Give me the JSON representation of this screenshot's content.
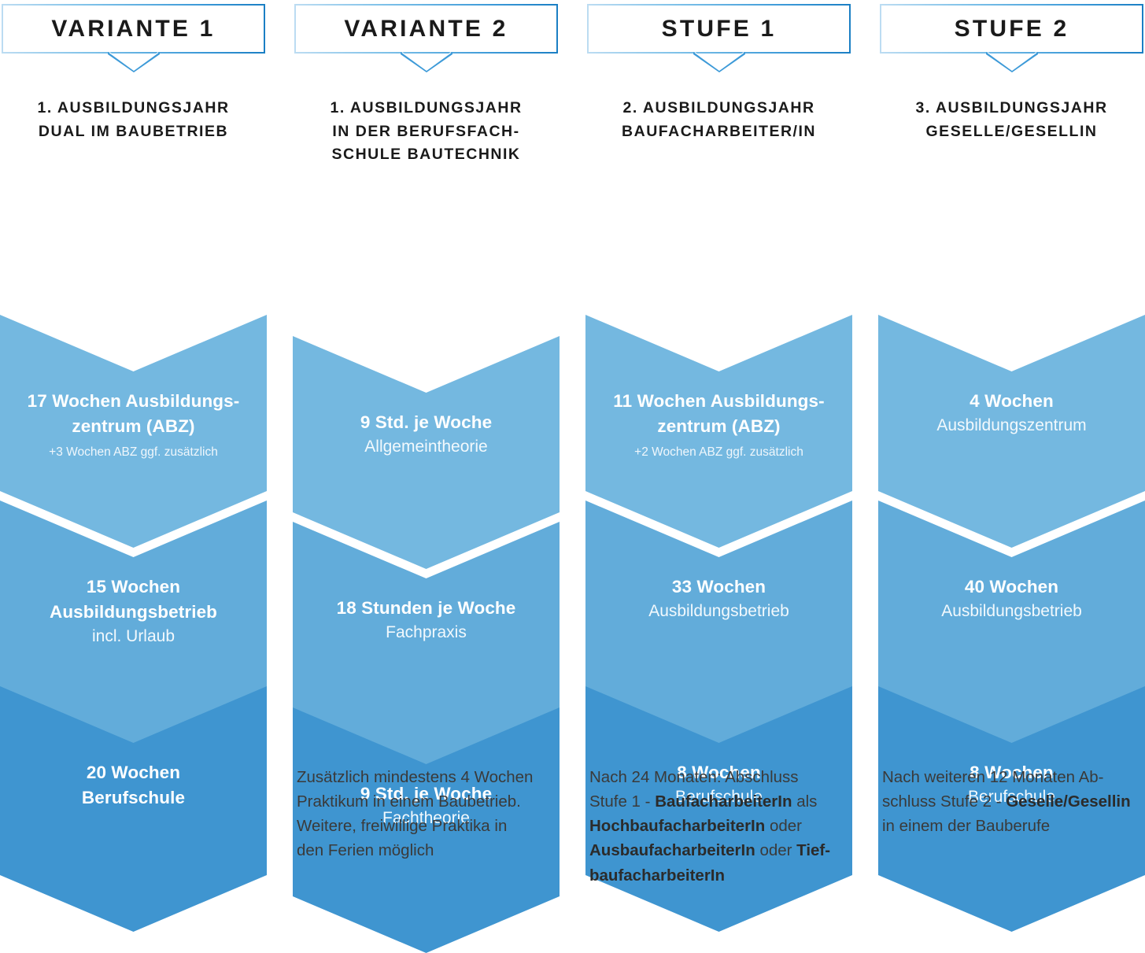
{
  "palette": {
    "light_blue": "#74b8e0",
    "mid_blue": "#62acda",
    "dark_blue": "#3f95d0",
    "badge_border_from": "#bcdcf2",
    "badge_border_to": "#1b7fc4",
    "text_dark": "#1a1a1a",
    "text_white": "#ffffff",
    "background": "#ffffff"
  },
  "columns": [
    {
      "badge": "VARIANTE 1",
      "subtitle_lines": [
        "1. AUSBILDUNGSJAHR",
        "DUAL IM BAUBETRIEB"
      ],
      "blocks": [
        {
          "title": "17 Wochen Ausbildungs-",
          "title2": "zentrum (ABZ)",
          "sub": "",
          "note": "+3 Wochen ABZ ggf. zusätzlich",
          "color": "#74b8e0"
        },
        {
          "title": "15 Wochen",
          "title2": "Ausbildungsbetrieb",
          "sub": "incl. Urlaub",
          "note": "",
          "color": "#62acda"
        },
        {
          "title": "20 Wochen",
          "title2": "Berufschule",
          "sub": "",
          "note": "",
          "color": "#3f95d0"
        }
      ],
      "footnote_lines": []
    },
    {
      "badge": "VARIANTE 2",
      "subtitle_lines": [
        "1. AUSBILDUNGSJAHR",
        "IN DER BERUFSFACH-",
        "SCHULE BAUTECHNIK"
      ],
      "blocks": [
        {
          "title": "9 Std. je Woche",
          "title2": "",
          "sub": "Allgemeintheorie",
          "note": "",
          "color": "#74b8e0"
        },
        {
          "title": "18 Stunden je Woche",
          "title2": "",
          "sub": "Fachpraxis",
          "note": "",
          "color": "#62acda"
        },
        {
          "title": "9 Std. je Woche",
          "title2": "",
          "sub": "Fachtheorie",
          "note": "",
          "color": "#3f95d0"
        }
      ],
      "footnote_lines": [
        [
          {
            "t": "Zusätzlich mindestens 4 Wochen",
            "b": false
          }
        ],
        [
          {
            "t": "Praktikum in einem Baubetrieb.",
            "b": false
          }
        ],
        [
          {
            "t": "Weitere, freiwillige Praktika in",
            "b": false
          }
        ],
        [
          {
            "t": "den Ferien möglich",
            "b": false
          }
        ]
      ]
    },
    {
      "badge": "STUFE 1",
      "subtitle_lines": [
        "2. AUSBILDUNGSJAHR",
        "BAUFACHARBEITER/IN"
      ],
      "blocks": [
        {
          "title": "11 Wochen Ausbildungs-",
          "title2": "zentrum (ABZ)",
          "sub": "",
          "note": "+2 Wochen ABZ ggf. zusätzlich",
          "color": "#74b8e0"
        },
        {
          "title": "33 Wochen",
          "title2": "",
          "sub": "Ausbildungsbetrieb",
          "note": "",
          "color": "#62acda"
        },
        {
          "title": "8 Wochen",
          "title2": "",
          "sub": "Berufschule",
          "note": "",
          "color": "#3f95d0"
        }
      ],
      "footnote_lines": [
        [
          {
            "t": "Nach 24 Monaten: Abschluss",
            "b": false
          }
        ],
        [
          {
            "t": "Stufe 1 - ",
            "b": false
          },
          {
            "t": "BaufacharbeiterIn",
            "b": true
          },
          {
            "t": " als",
            "b": false
          }
        ],
        [
          {
            "t": "HochbaufacharbeiterIn",
            "b": true
          },
          {
            "t": " oder",
            "b": false
          }
        ],
        [
          {
            "t": "AusbaufacharbeiterIn",
            "b": true
          },
          {
            "t": " oder ",
            "b": false
          },
          {
            "t": "Tief-",
            "b": true
          }
        ],
        [
          {
            "t": "baufacharbeiterIn",
            "b": true
          }
        ]
      ]
    },
    {
      "badge": "STUFE 2",
      "subtitle_lines": [
        "3. AUSBILDUNGSJAHR",
        "GESELLE/GESELLIN"
      ],
      "blocks": [
        {
          "title": "4 Wochen",
          "title2": "",
          "sub": "Ausbildungszentrum",
          "note": "",
          "color": "#74b8e0"
        },
        {
          "title": "40 Wochen",
          "title2": "",
          "sub": "Ausbildungsbetrieb",
          "note": "",
          "color": "#62acda"
        },
        {
          "title": "8 Wochen",
          "title2": "",
          "sub": "Berufschule",
          "note": "",
          "color": "#3f95d0"
        }
      ],
      "footnote_lines": [
        [
          {
            "t": "Nach weiteren 12 Monaten Ab-",
            "b": false
          }
        ],
        [
          {
            "t": "schluss Stufe 2 - ",
            "b": false
          },
          {
            "t": "Geselle/Gesellin",
            "b": true
          }
        ],
        [
          {
            "t": "in einem der Bauberufe",
            "b": false
          }
        ]
      ]
    }
  ]
}
